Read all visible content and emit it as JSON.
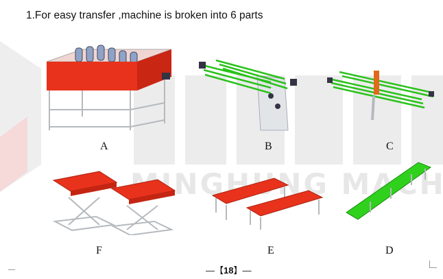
{
  "heading": "1.For easy transfer ,machine is broken into 6 parts",
  "watermark_text": "MINGHUNG MACHINE",
  "parts": [
    {
      "id": "A",
      "label": "A"
    },
    {
      "id": "B",
      "label": "B"
    },
    {
      "id": "C",
      "label": "C"
    },
    {
      "id": "D",
      "label": "D"
    },
    {
      "id": "E",
      "label": "E"
    },
    {
      "id": "F",
      "label": "F"
    }
  ],
  "page_number": {
    "left": "—【",
    "number": "18",
    "right": "】—"
  },
  "colors": {
    "red": "#e8321c",
    "green": "#29c21a",
    "frame": "#d6d9dc",
    "watermark": "#e9e9e9"
  }
}
